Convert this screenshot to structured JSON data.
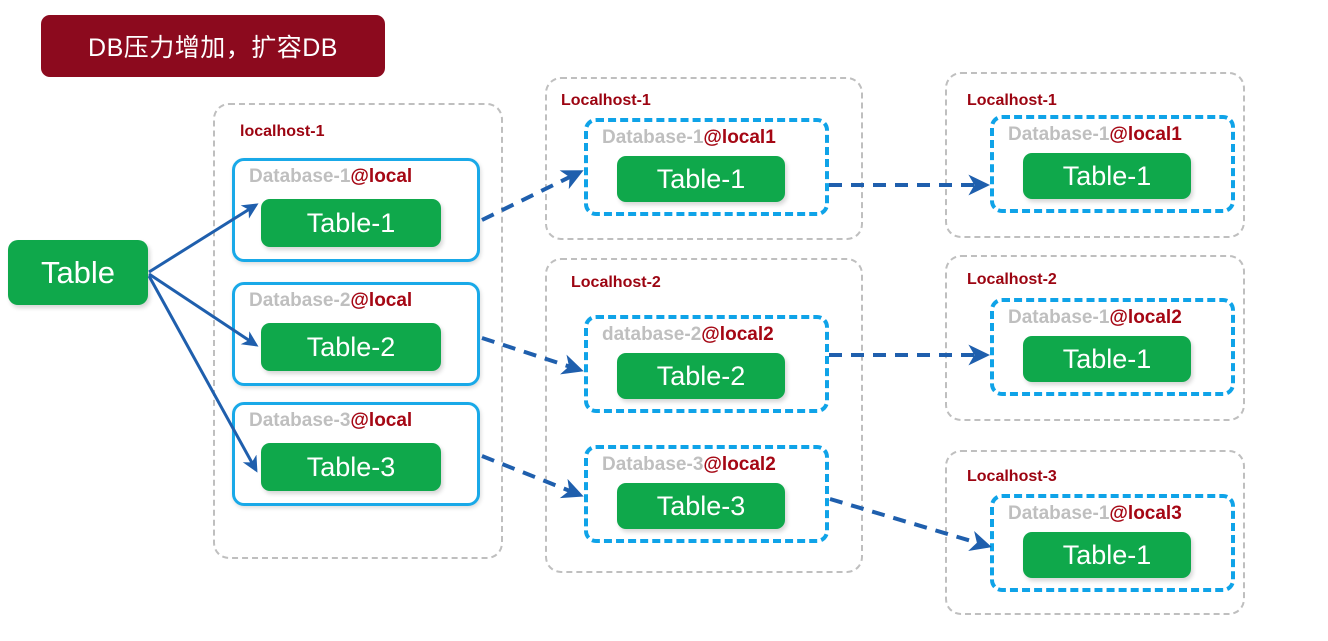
{
  "banner": {
    "text": "DB压力增加，扩容DB",
    "bg_color": "#8C0A1E",
    "text_color": "#FFFFFF"
  },
  "colors": {
    "table_green": "#0FA84B",
    "db_border_solid": "#19A9E8",
    "db_border_dashed": "#0FA3E8",
    "host_dashed": "#BFBFBF",
    "host_label_red": "#9C0411",
    "at_host_red": "#A50714",
    "db_name_gray": "#BFBFBF",
    "arrow_blue": "#1F5FAD"
  },
  "source": {
    "label": "Table"
  },
  "stages": [
    {
      "id": "stage-1",
      "hosts": [
        {
          "id": "host-localhost-1",
          "label": "localhost-1",
          "databases": [
            {
              "id": "db-1-local",
              "name": "Database-1",
              "host_suffix": "@local",
              "table": "Table-1",
              "border": "solid"
            },
            {
              "id": "db-2-local",
              "name": "Database-2",
              "host_suffix": "@local",
              "table": "Table-2",
              "border": "solid"
            },
            {
              "id": "db-3-local",
              "name": "Database-3",
              "host_suffix": "@local",
              "table": "Table-3",
              "border": "solid"
            }
          ]
        }
      ]
    },
    {
      "id": "stage-2",
      "hosts": [
        {
          "id": "host-Localhost-1-mid",
          "label": "Localhost-1",
          "databases": [
            {
              "id": "db-1-local1-mid",
              "name": "Database-1",
              "host_suffix": "@local1",
              "table": "Table-1",
              "border": "dashed"
            }
          ]
        },
        {
          "id": "host-Localhost-2-mid",
          "label": "Localhost-2",
          "databases": [
            {
              "id": "db-2-local2-mid",
              "name": "database-2",
              "host_suffix": "@local2",
              "table": "Table-2",
              "border": "dashed"
            },
            {
              "id": "db-3-local2-mid",
              "name": "Database-3",
              "host_suffix": "@local2",
              "table": "Table-3",
              "border": "dashed"
            }
          ]
        }
      ]
    },
    {
      "id": "stage-3",
      "hosts": [
        {
          "id": "host-Localhost-1-right",
          "label": "Localhost-1",
          "databases": [
            {
              "id": "db-1-local1-right",
              "name": "Database-1",
              "host_suffix": "@local1",
              "table": "Table-1",
              "border": "dashed"
            }
          ]
        },
        {
          "id": "host-Localhost-2-right",
          "label": "Localhost-2",
          "databases": [
            {
              "id": "db-1-local2-right",
              "name": "Database-1",
              "host_suffix": "@local2",
              "table": "Table-1",
              "border": "dashed"
            }
          ]
        },
        {
          "id": "host-Localhost-3-right",
          "label": "Localhost-3",
          "databases": [
            {
              "id": "db-1-local3-right",
              "name": "Database-1",
              "host_suffix": "@local3",
              "table": "Table-1",
              "border": "dashed"
            }
          ]
        }
      ]
    }
  ]
}
